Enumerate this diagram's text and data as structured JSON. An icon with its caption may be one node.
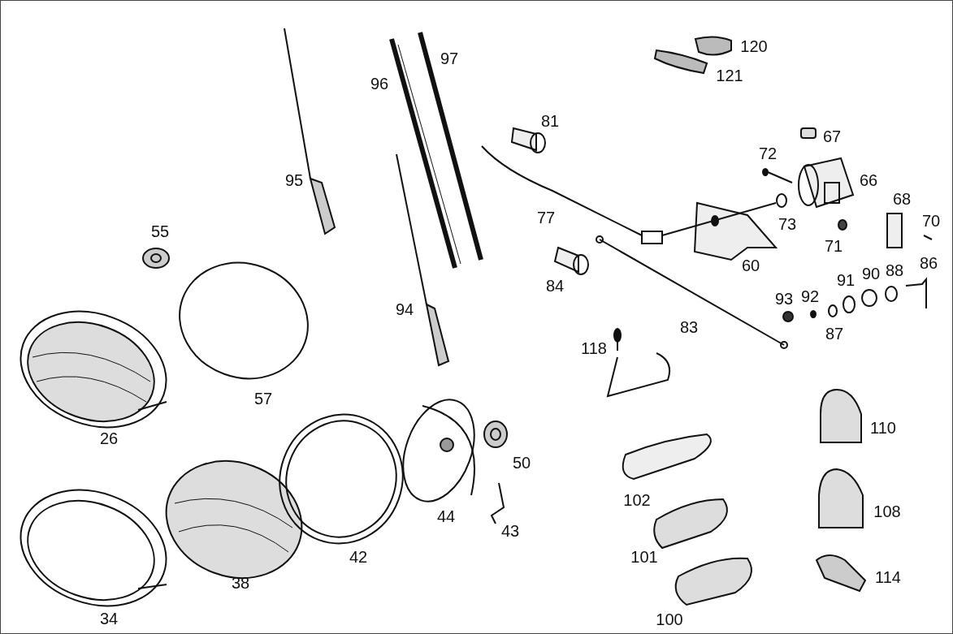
{
  "diagram": {
    "labels": [
      "120",
      "97",
      "121",
      "96",
      "81",
      "67",
      "72",
      "95",
      "66",
      "68",
      "73",
      "70",
      "55",
      "77",
      "71",
      "60",
      "86",
      "84",
      "91",
      "90",
      "88",
      "93",
      "92",
      "94",
      "83",
      "87",
      "118",
      "57",
      "110",
      "26",
      "50",
      "102",
      "108",
      "44",
      "43",
      "42",
      "101",
      "114",
      "38",
      "34",
      "100"
    ]
  }
}
